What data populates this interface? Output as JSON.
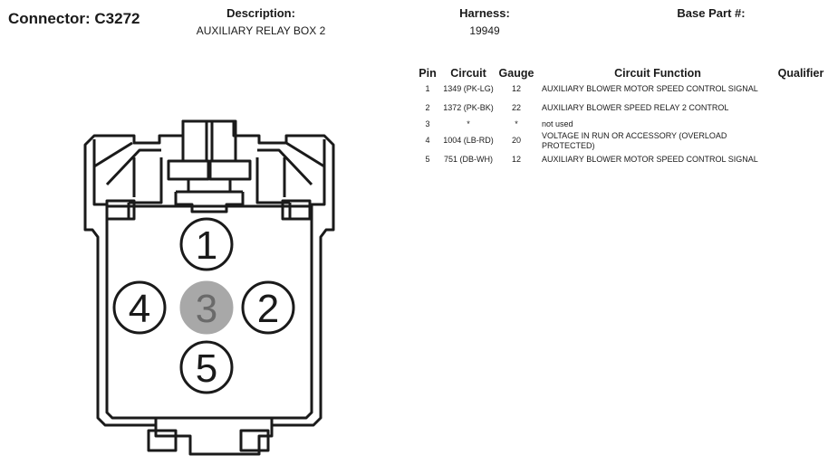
{
  "header": {
    "connector_label": "Connector: C3272",
    "description_label": "Description:",
    "description_value": "AUXILIARY RELAY BOX 2",
    "harness_label": "Harness:",
    "harness_value": "19949",
    "base_part_label": "Base Part #:",
    "base_part_value": ""
  },
  "table": {
    "columns": [
      "Pin",
      "Circuit",
      "Gauge",
      "Circuit Function",
      "Qualifier"
    ],
    "rows": [
      {
        "pin": "1",
        "circuit": "1349 (PK-LG)",
        "gauge": "12",
        "function": "AUXILIARY BLOWER MOTOR SPEED CONTROL SIGNAL",
        "qualifier": ""
      },
      {
        "pin": "2",
        "circuit": "1372 (PK-BK)",
        "gauge": "22",
        "function": "AUXILIARY BLOWER SPEED RELAY 2 CONTROL",
        "qualifier": ""
      },
      {
        "pin": "3",
        "circuit": "*",
        "gauge": "*",
        "function": "not used",
        "qualifier": ""
      },
      {
        "pin": "4",
        "circuit": "1004 (LB-RD)",
        "gauge": "20",
        "function": "VOLTAGE IN RUN OR ACCESSORY (OVERLOAD PROTECTED)",
        "qualifier": ""
      },
      {
        "pin": "5",
        "circuit": "751 (DB-WH)",
        "gauge": "12",
        "function": "AUXILIARY BLOWER MOTOR SPEED CONTROL SIGNAL",
        "qualifier": ""
      }
    ]
  },
  "connector": {
    "pins": [
      {
        "label": "1",
        "used": true
      },
      {
        "label": "2",
        "used": true
      },
      {
        "label": "3",
        "used": false
      },
      {
        "label": "4",
        "used": true
      },
      {
        "label": "5",
        "used": true
      }
    ],
    "colors": {
      "outline": "#1a1a1a",
      "unused_pin_fill": "#a8a8a8"
    }
  }
}
